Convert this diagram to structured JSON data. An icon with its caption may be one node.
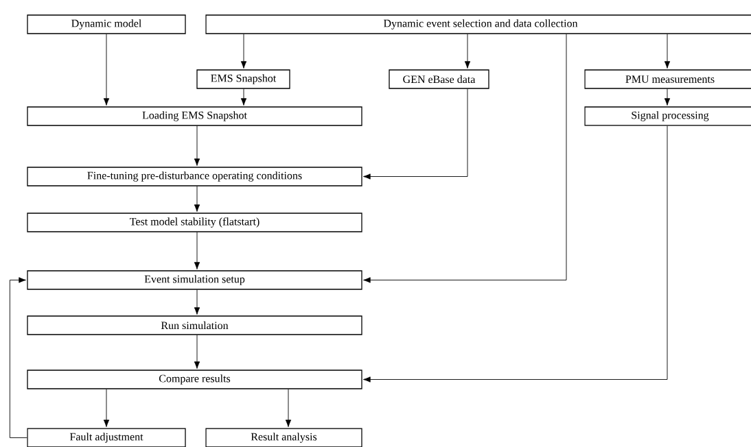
{
  "diagram": {
    "nodes": [
      {
        "text": [
          "Dynamic model"
        ]
      },
      {
        "text": [
          "Dynamic event selection and data collection"
        ]
      },
      {
        "text": [
          "EMS Snapshot"
        ]
      },
      {
        "text": [
          "GEN eBase data"
        ]
      },
      {
        "text": [
          "PMU measurements"
        ]
      },
      {
        "text": [
          "Loading EMS Snapshot"
        ]
      },
      {
        "text": [
          "Signal processing"
        ]
      },
      {
        "text": [
          "Fine-tuning pre-disturbance operating conditions"
        ]
      },
      {
        "text": [
          "Test model stability (flatstart)"
        ]
      },
      {
        "text": [
          "Event simulation setup"
        ]
      },
      {
        "text": [
          "Run simulation"
        ]
      },
      {
        "text": [
          "Compare results"
        ]
      },
      {
        "text": [
          "Fault adjustment"
        ]
      },
      {
        "text": [
          "Result analysis"
        ]
      }
    ],
    "edges": [
      {
        "from": 0,
        "to": 5,
        "arrow": "to"
      },
      {
        "from": 1,
        "to": 2,
        "arrow": "to"
      },
      {
        "from": 1,
        "to": 3,
        "arrow": "to"
      },
      {
        "from": 1,
        "to": 4,
        "arrow": "to"
      },
      {
        "from": 2,
        "to": 5,
        "arrow": "to"
      },
      {
        "from": 4,
        "to": 6,
        "arrow": "to"
      },
      {
        "from": 5,
        "to": 7,
        "arrow": "to"
      },
      {
        "from": 3,
        "to": 7,
        "arrow": "to"
      },
      {
        "from": 7,
        "to": 8,
        "arrow": "to"
      },
      {
        "from": 8,
        "to": 9,
        "arrow": "to"
      },
      {
        "from": 1,
        "to": 9,
        "arrow": "to"
      },
      {
        "from": 9,
        "to": 10,
        "arrow": "to"
      },
      {
        "from": 10,
        "to": 11,
        "arrow": "to"
      },
      {
        "from": 6,
        "to": 11,
        "arrow": "to"
      },
      {
        "from": 11,
        "to": 12,
        "arrow": "to"
      },
      {
        "from": 11,
        "to": 13,
        "arrow": "to"
      },
      {
        "from": 12,
        "to": 9,
        "arrow": "to"
      }
    ]
  }
}
